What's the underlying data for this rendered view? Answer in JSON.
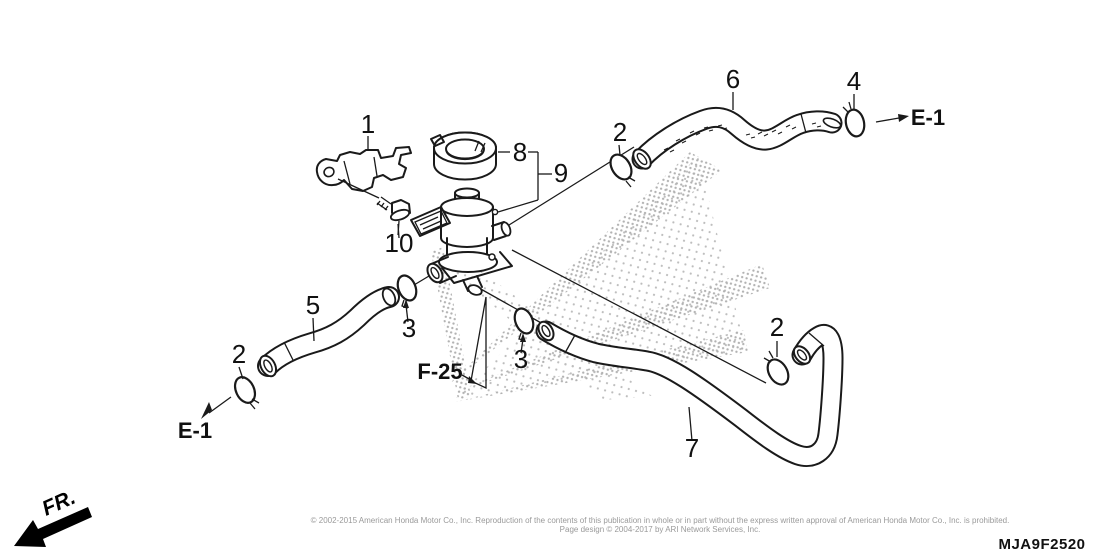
{
  "diagram": {
    "kind": "parts-diagram",
    "line_color": "#1a1a1a",
    "watermark_color": "#b2b2b2",
    "background": "#ffffff"
  },
  "callouts": {
    "c1": "1",
    "c2_hose6": "2",
    "c2_hose5": "2",
    "c2_hose7": "2",
    "c3_left": "3",
    "c3_right": "3",
    "c4": "4",
    "c5": "5",
    "c6": "6",
    "c7": "7",
    "c8": "8",
    "c9": "9",
    "c10": "10"
  },
  "refs": {
    "e1_top": "E-1",
    "e1_bottom": "E-1",
    "f25": "F-25"
  },
  "orientation": {
    "front_label": "FR."
  },
  "footer": {
    "copyright_line1": "© 2002-2015 American Honda Motor Co., Inc. Reproduction of the contents of this publication in whole or in part without the express written approval of American Honda Motor Co., Inc. is prohibited.",
    "copyright_line2": "Page design © 2004-2017 by ARI Network Services, Inc.",
    "diagram_code": "MJA9F2520"
  }
}
